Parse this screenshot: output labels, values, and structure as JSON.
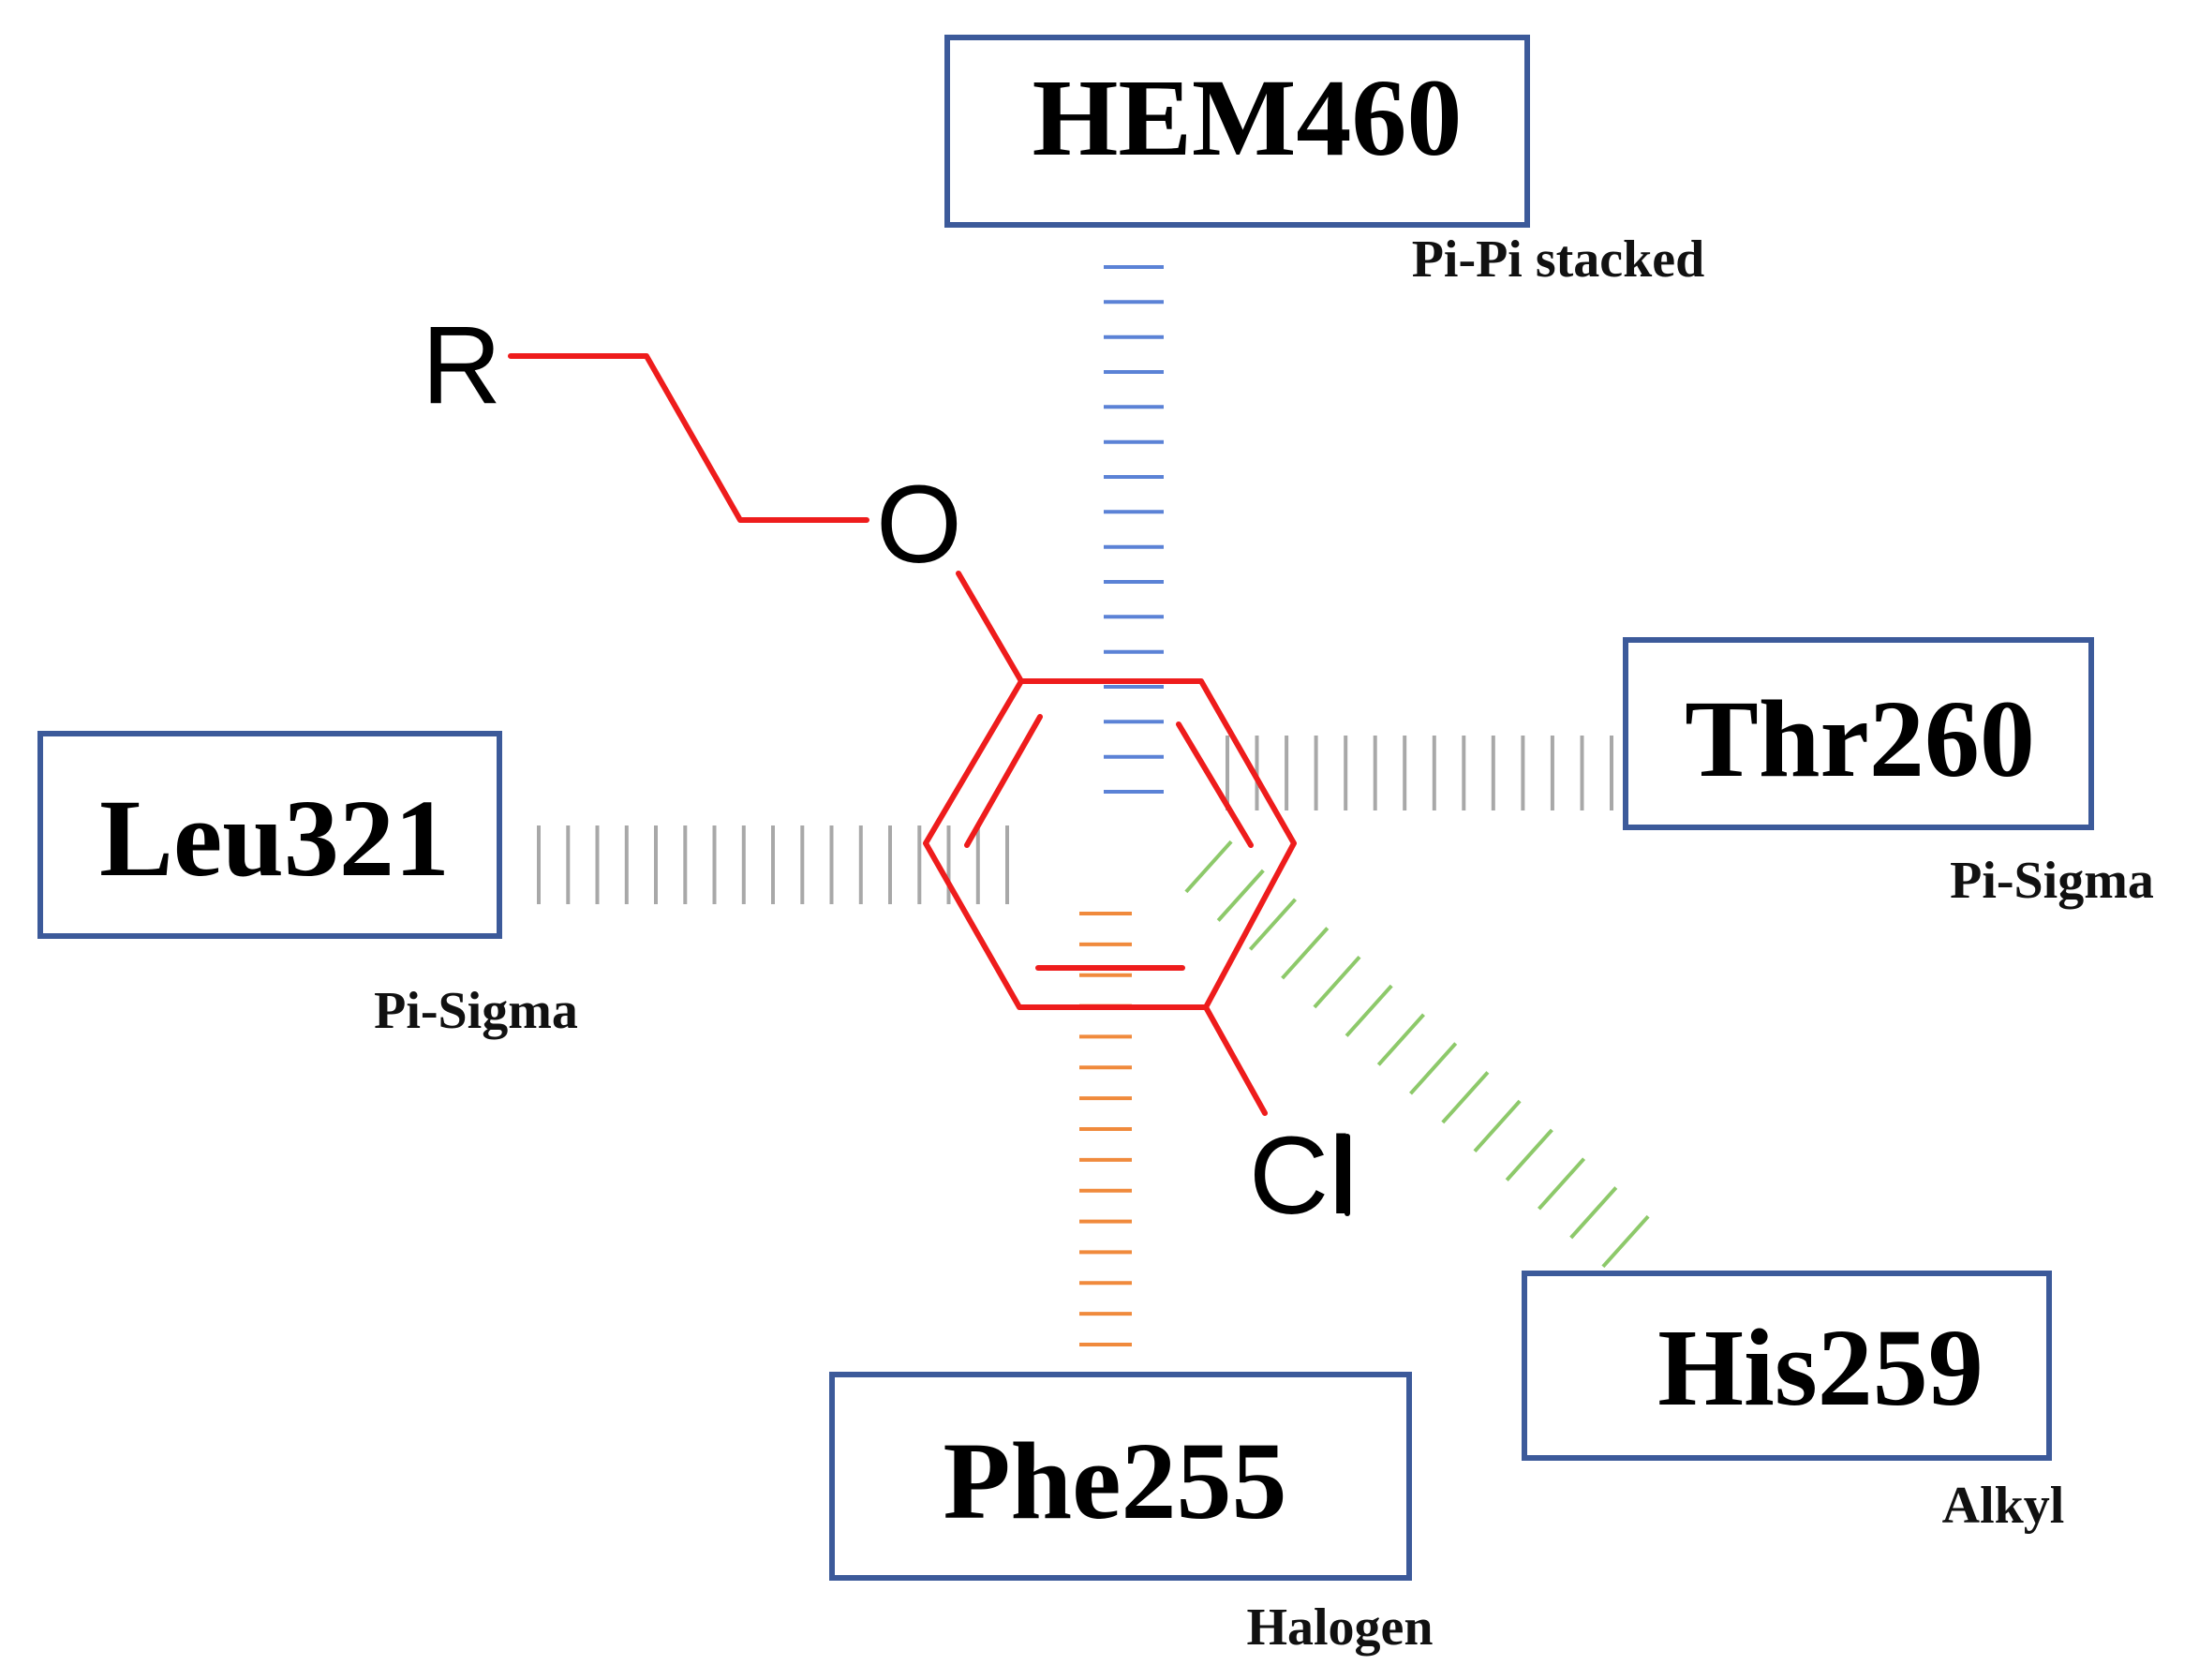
{
  "diagram": {
    "residues": {
      "hem": {
        "label": "HEM460",
        "interaction": "Pi-Pi stacked",
        "interaction_color": "#5b82d6"
      },
      "thr": {
        "label": "Thr260",
        "interaction": "Pi-Sigma",
        "interaction_color": "#a8a8a8"
      },
      "leu": {
        "label": "Leu321",
        "interaction": "Pi-Sigma",
        "interaction_color": "#a8a8a8"
      },
      "his": {
        "label": "His259",
        "interaction": "Alkyl",
        "interaction_color": "#8dc96a"
      },
      "phe": {
        "label": "Phe255",
        "interaction": "Halogen",
        "interaction_color": "#f08a3c"
      }
    },
    "ligand": {
      "atoms": {
        "r": "R",
        "o": "O",
        "cl": "Cl"
      },
      "bond_color": "#ee1c1c"
    },
    "box_border_color": "#3c5a9a"
  }
}
